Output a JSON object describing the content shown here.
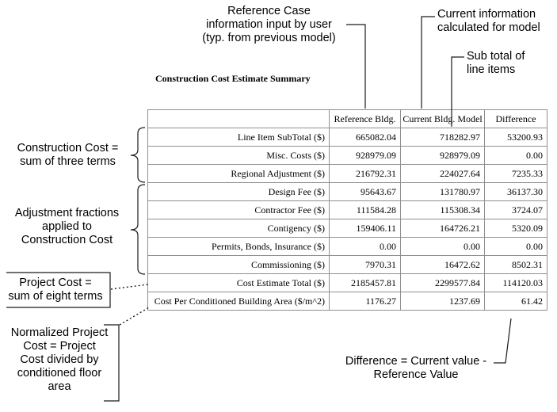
{
  "title": "Construction Cost Estimate Summary",
  "table": {
    "headers": {
      "label": "",
      "ref": "Reference Bldg.",
      "cur": "Current Bldg. Model",
      "diff": "Difference"
    },
    "rows": [
      {
        "label": "Line Item SubTotal ($)",
        "ref": "665082.04",
        "cur": "718282.97",
        "diff": "53200.93"
      },
      {
        "label": "Misc. Costs ($)",
        "ref": "928979.09",
        "cur": "928979.09",
        "diff": "0.00"
      },
      {
        "label": "Regional Adjustment ($)",
        "ref": "216792.31",
        "cur": "224027.64",
        "diff": "7235.33"
      },
      {
        "label": "Design Fee ($)",
        "ref": "95643.67",
        "cur": "131780.97",
        "diff": "36137.30"
      },
      {
        "label": "Contractor Fee ($)",
        "ref": "111584.28",
        "cur": "115308.34",
        "diff": "3724.07"
      },
      {
        "label": "Contigency ($)",
        "ref": "159406.11",
        "cur": "164726.21",
        "diff": "5320.09"
      },
      {
        "label": "Permits, Bonds, Insurance ($)",
        "ref": "0.00",
        "cur": "0.00",
        "diff": "0.00"
      },
      {
        "label": "Commissioning ($)",
        "ref": "7970.31",
        "cur": "16472.62",
        "diff": "8502.31"
      },
      {
        "label": "Cost Estimate Total ($)",
        "ref": "2185457.81",
        "cur": "2299577.84",
        "diff": "114120.03"
      },
      {
        "label": "Cost Per Conditioned Building Area ($/m^2)",
        "ref": "1176.27",
        "cur": "1237.69",
        "diff": "61.42"
      }
    ]
  },
  "annotations": {
    "reference_case": "Reference Case\ninformation input by user\n(typ. from previous model)",
    "current_info": "Current information\ncalculated for model",
    "subtotal": "Sub total of\nline items",
    "construction_cost": "Construction Cost =\nsum of three terms",
    "adjustment": "Adjustment fractions\napplied to\nConstruction Cost",
    "project_cost": "Project Cost =\nsum of eight terms",
    "normalized": "Normalized Project\nCost = Project\nCost divided by\nconditioned floor\narea",
    "difference": "Difference = Current value -\nReference Value"
  }
}
